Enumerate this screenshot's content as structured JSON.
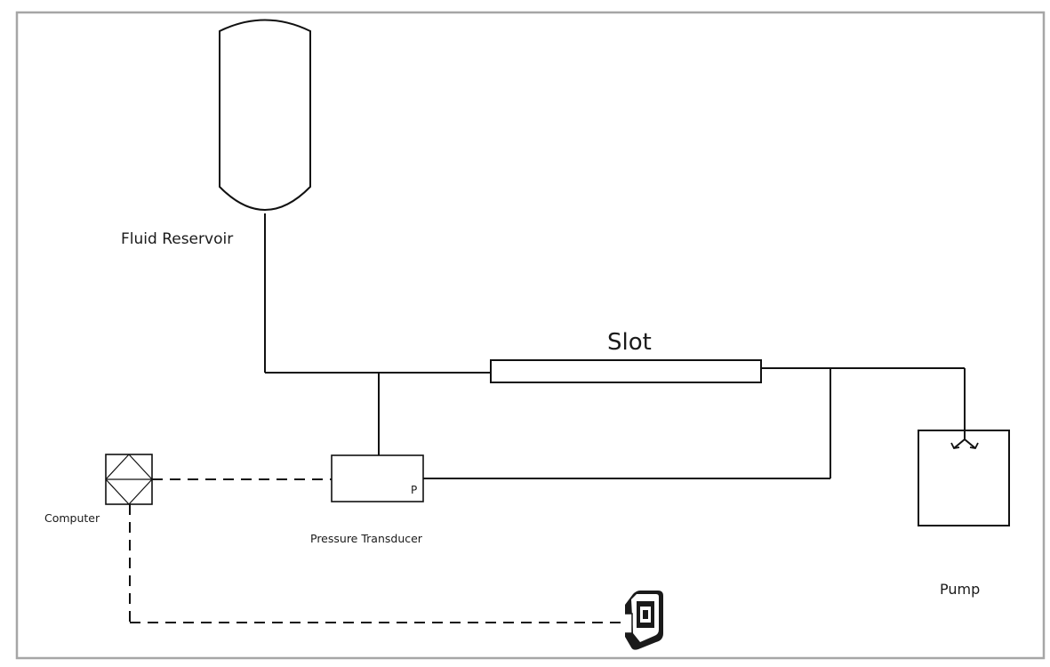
{
  "diagram": {
    "labels": {
      "reservoir": "Fluid Reservoir",
      "slot": "Slot",
      "transducer": "Pressure Transducer",
      "transducer_symbol": "P",
      "computer": "Computer",
      "pump": "Pump"
    },
    "icons": {
      "camera": "camera-icon"
    },
    "colors": {
      "line": "#111111",
      "frame": "#a6a6a6"
    }
  }
}
